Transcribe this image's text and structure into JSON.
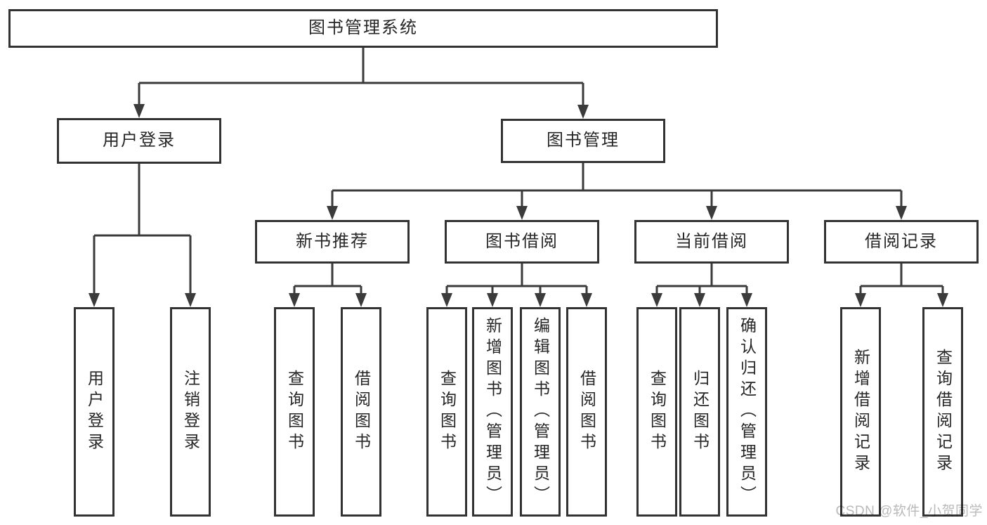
{
  "tree": {
    "label": "图书管理系统",
    "children": [
      {
        "label": "用户登录",
        "children": [
          {
            "label": "用户登录"
          },
          {
            "label": "注销登录"
          }
        ]
      },
      {
        "label": "图书管理",
        "children": [
          {
            "label": "新书推荐",
            "children": [
              {
                "label": "查询图书"
              },
              {
                "label": "借阅图书"
              }
            ]
          },
          {
            "label": "图书借阅",
            "children": [
              {
                "label": "查询图书"
              },
              {
                "label": "新增图书（管理员）"
              },
              {
                "label": "编辑图书（管理员）"
              },
              {
                "label": "借阅图书"
              }
            ]
          },
          {
            "label": "当前借阅",
            "children": [
              {
                "label": "查询图书"
              },
              {
                "label": "归还图书"
              },
              {
                "label": "确认归还（管理员）"
              }
            ]
          },
          {
            "label": "借阅记录",
            "children": [
              {
                "label": "新增借阅记录"
              },
              {
                "label": "查询借阅记录"
              }
            ]
          }
        ]
      }
    ]
  },
  "watermark": {
    "text": "CSDN @软件_小贺同学"
  },
  "colors": {
    "background": "#ffffff",
    "line": "#3b3b3b",
    "box_border": "#333333",
    "text": "#262626",
    "watermark": "#b9b9b9"
  }
}
